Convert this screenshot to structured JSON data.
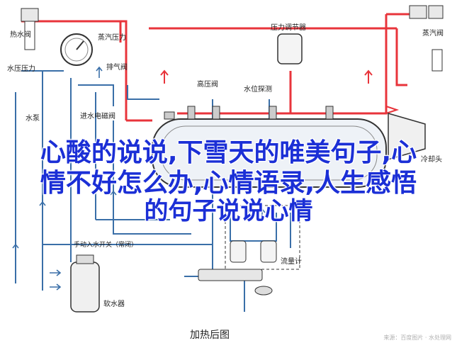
{
  "labels": {
    "hot_water_pressure": "热水阀",
    "water_pressure": "水压压力",
    "steam_pressure": "蒸汽压力",
    "exhaust_valve": "排气阀",
    "water_pump": "水泵",
    "inlet_solenoid": "进水电磁阀",
    "high_pressure_valve": "高压阀",
    "water_level_probe": "水位探测",
    "pressure_regulator": "压力调节器",
    "steam_valve": "蒸汽阀",
    "cooling_head": "冷却头",
    "manual_inlet": "手动入水开关（常闭）",
    "softener": "软水器",
    "flowmeter": "流量计"
  },
  "caption": "加热后图",
  "overlay": {
    "line1": "心酸的说说,下雪天的唯美句子,心",
    "line2": "情不好怎么办,心情语录,人生感悟",
    "line3": "的句子说说心情"
  },
  "watermark": "来源：百度图片 · 水处理网",
  "colors": {
    "hot_line": "#e8343b",
    "water_line": "#3a6fa8",
    "overlay_text": "#1b2fd6"
  }
}
